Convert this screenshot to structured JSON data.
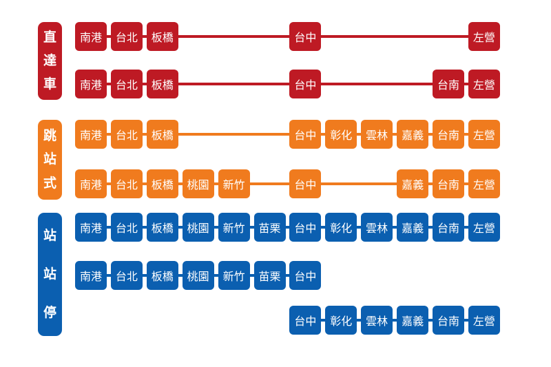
{
  "colors": {
    "red": "#be1a24",
    "orange": "#f07b1e",
    "blue": "#0b5fb0"
  },
  "columns": [
    "南港",
    "台北",
    "板橋",
    "桃園",
    "新竹",
    "苗栗",
    "台中",
    "彰化",
    "雲林",
    "嘉義",
    "台南",
    "左營"
  ],
  "categories": [
    {
      "label": "直達車",
      "color": "red",
      "rows": [
        0,
        1
      ]
    },
    {
      "label": "跳站式",
      "color": "orange",
      "rows": [
        2,
        3
      ]
    },
    {
      "label": "站站停",
      "color": "blue",
      "rows": [
        4,
        5,
        6
      ]
    }
  ],
  "rows": [
    {
      "color": "red",
      "stops": [
        "南港",
        "台北",
        "板橋",
        "台中",
        "左營"
      ]
    },
    {
      "color": "red",
      "stops": [
        "南港",
        "台北",
        "板橋",
        "台中",
        "台南",
        "左營"
      ]
    },
    {
      "color": "orange",
      "stops": [
        "南港",
        "台北",
        "板橋",
        "台中",
        "彰化",
        "雲林",
        "嘉義",
        "台南",
        "左營"
      ]
    },
    {
      "color": "orange",
      "stops": [
        "南港",
        "台北",
        "板橋",
        "桃園",
        "新竹",
        "台中",
        "嘉義",
        "台南",
        "左營"
      ]
    },
    {
      "color": "blue",
      "stops": [
        "南港",
        "台北",
        "板橋",
        "桃園",
        "新竹",
        "苗栗",
        "台中",
        "彰化",
        "雲林",
        "嘉義",
        "台南",
        "左營"
      ]
    },
    {
      "color": "blue",
      "stops": [
        "南港",
        "台北",
        "板橋",
        "桃園",
        "新竹",
        "苗栗",
        "台中"
      ]
    },
    {
      "color": "blue",
      "stops": [
        "台中",
        "彰化",
        "雲林",
        "嘉義",
        "台南",
        "左營"
      ]
    }
  ]
}
